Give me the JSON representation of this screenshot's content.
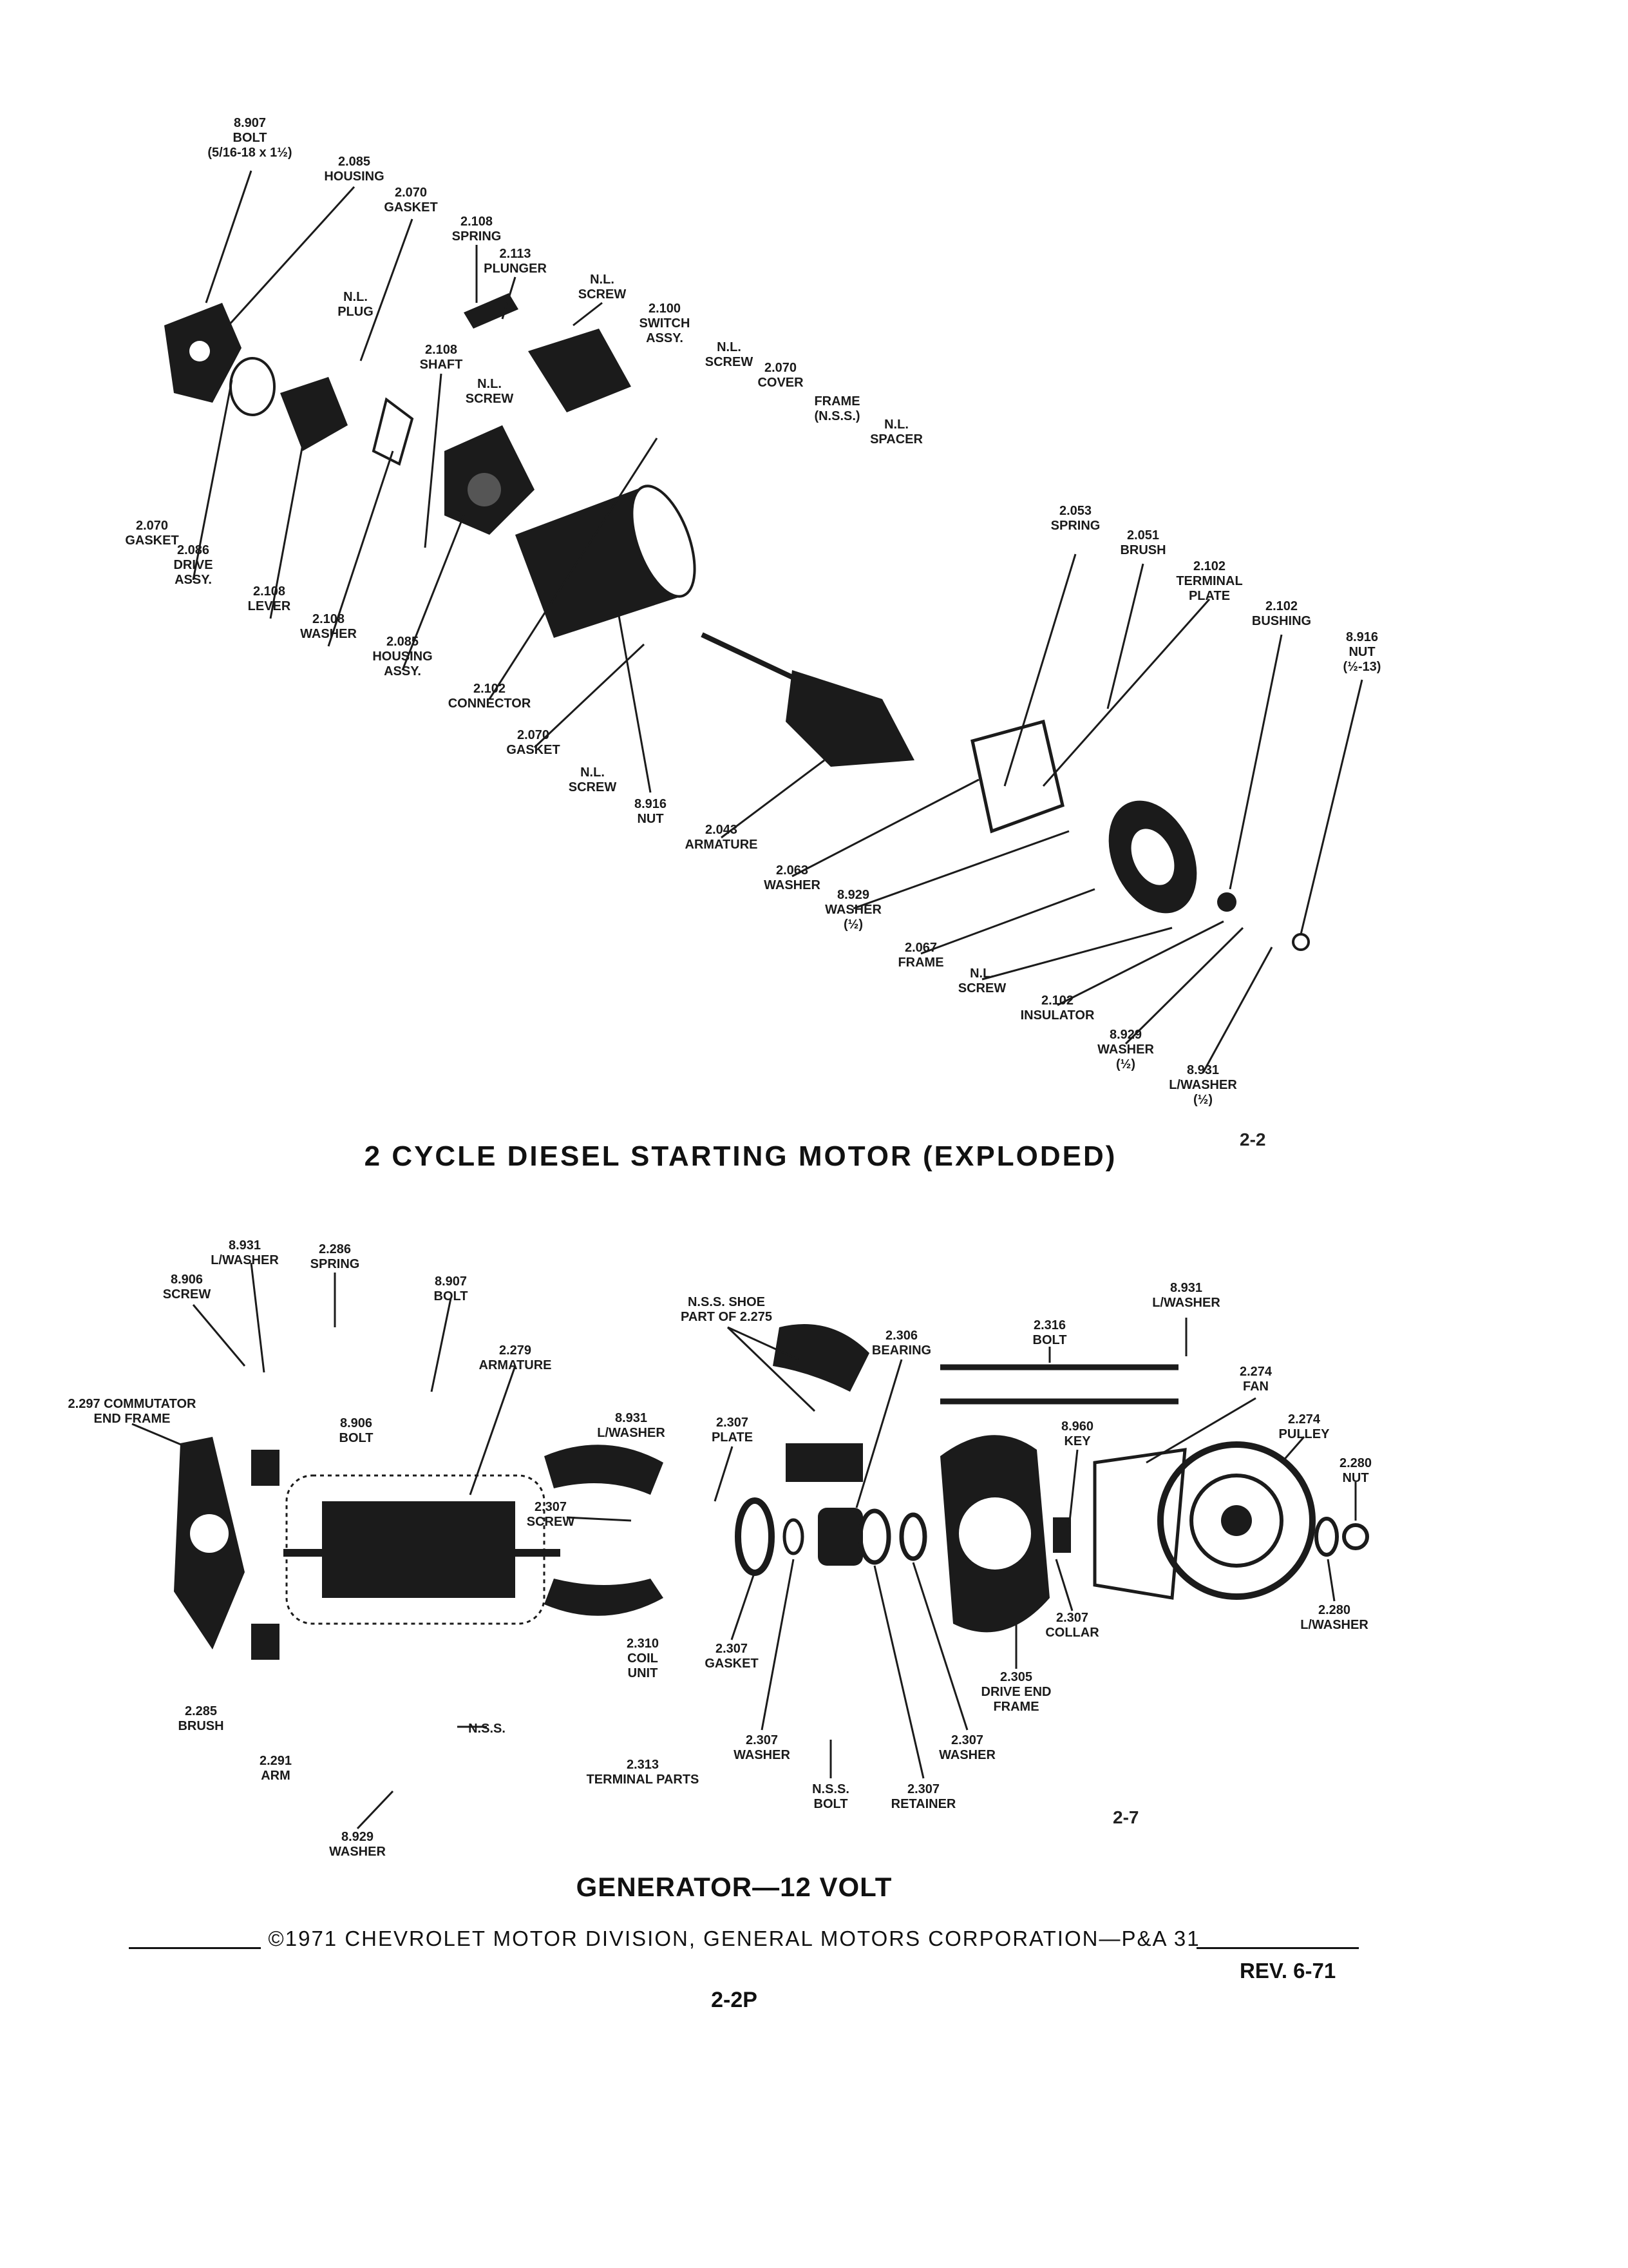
{
  "figure1": {
    "caption": "2 CYCLE DIESEL STARTING MOTOR (EXPLODED)",
    "page_ref": "2-2",
    "labels": [
      {
        "lines": [
          "8.907",
          "BOLT",
          "(5/16-18 x 1½)"
        ]
      },
      {
        "lines": [
          "2.085",
          "HOUSING"
        ]
      },
      {
        "lines": [
          "2.070",
          "GASKET"
        ]
      },
      {
        "lines": [
          "2.108",
          "SPRING"
        ]
      },
      {
        "lines": [
          "2.113",
          "PLUNGER"
        ]
      },
      {
        "lines": [
          "N.L.",
          "SCREW"
        ]
      },
      {
        "lines": [
          "N.L.",
          "PLUG"
        ]
      },
      {
        "lines": [
          "2.100",
          "SWITCH",
          "ASSY."
        ]
      },
      {
        "lines": [
          "2.108",
          "SHAFT"
        ]
      },
      {
        "lines": [
          "N.L.",
          "SCREW"
        ]
      },
      {
        "lines": [
          "N.L.",
          "SCREW"
        ]
      },
      {
        "lines": [
          "2.070",
          "COVER"
        ]
      },
      {
        "lines": [
          "FRAME",
          "(N.S.S.)"
        ]
      },
      {
        "lines": [
          "N.L.",
          "SPACER"
        ]
      },
      {
        "lines": [
          "2.070",
          "GASKET"
        ]
      },
      {
        "lines": [
          "2.086",
          "DRIVE",
          "ASSY."
        ]
      },
      {
        "lines": [
          "2.108",
          "LEVER"
        ]
      },
      {
        "lines": [
          "2.108",
          "WASHER"
        ]
      },
      {
        "lines": [
          "2.085",
          "HOUSING",
          "ASSY."
        ]
      },
      {
        "lines": [
          "2.102",
          "CONNECTOR"
        ]
      },
      {
        "lines": [
          "2.070",
          "GASKET"
        ]
      },
      {
        "lines": [
          "N.L.",
          "SCREW"
        ]
      },
      {
        "lines": [
          "8.916",
          "NUT"
        ]
      },
      {
        "lines": [
          "2.043",
          "ARMATURE"
        ]
      },
      {
        "lines": [
          "2.063",
          "WASHER"
        ]
      },
      {
        "lines": [
          "2.053",
          "SPRING"
        ]
      },
      {
        "lines": [
          "2.051",
          "BRUSH"
        ]
      },
      {
        "lines": [
          "2.102",
          "TERMINAL",
          "PLATE"
        ]
      },
      {
        "lines": [
          "2.102",
          "BUSHING"
        ]
      },
      {
        "lines": [
          "8.916",
          "NUT",
          "(½-13)"
        ]
      },
      {
        "lines": [
          "8.929",
          "WASHER",
          "(½)"
        ]
      },
      {
        "lines": [
          "2.067",
          "FRAME"
        ]
      },
      {
        "lines": [
          "N.L.",
          "SCREW"
        ]
      },
      {
        "lines": [
          "2.102",
          "INSULATOR"
        ]
      },
      {
        "lines": [
          "8.929",
          "WASHER",
          "(½)"
        ]
      },
      {
        "lines": [
          "8.931",
          "L/WASHER",
          "(½)"
        ]
      }
    ]
  },
  "figure2": {
    "caption": "GENERATOR—12 VOLT",
    "page_ref": "2-7",
    "labels": [
      {
        "lines": [
          "8.906",
          "SCREW"
        ]
      },
      {
        "lines": [
          "8.931",
          "L/WASHER"
        ]
      },
      {
        "lines": [
          "2.286",
          "SPRING"
        ]
      },
      {
        "lines": [
          "8.907",
          "BOLT"
        ]
      },
      {
        "lines": [
          "2.279",
          "ARMATURE"
        ]
      },
      {
        "lines": [
          "2.297 COMMUTATOR",
          "END FRAME"
        ]
      },
      {
        "lines": [
          "8.906",
          "BOLT"
        ]
      },
      {
        "lines": [
          "8.931",
          "L/WASHER"
        ]
      },
      {
        "lines": [
          "N.S.S. SHOE",
          "PART OF 2.275"
        ]
      },
      {
        "lines": [
          "2.306",
          "BEARING"
        ]
      },
      {
        "lines": [
          "2.316",
          "BOLT"
        ]
      },
      {
        "lines": [
          "8.931",
          "L/WASHER"
        ]
      },
      {
        "lines": [
          "2.274",
          "FAN"
        ]
      },
      {
        "lines": [
          "2.274",
          "PULLEY"
        ]
      },
      {
        "lines": [
          "8.960",
          "KEY"
        ]
      },
      {
        "lines": [
          "2.280",
          "NUT"
        ]
      },
      {
        "lines": [
          "2.307",
          "PLATE"
        ]
      },
      {
        "lines": [
          "2.307",
          "SCREW"
        ]
      },
      {
        "lines": [
          "2.310",
          "COIL",
          "UNIT"
        ]
      },
      {
        "lines": [
          "2.307",
          "GASKET"
        ]
      },
      {
        "lines": [
          "2.307",
          "COLLAR"
        ]
      },
      {
        "lines": [
          "2.280",
          "L/WASHER"
        ]
      },
      {
        "lines": [
          "2.305",
          "DRIVE END",
          "FRAME"
        ]
      },
      {
        "lines": [
          "2.285",
          "BRUSH"
        ]
      },
      {
        "lines": [
          "2.291",
          "ARM"
        ]
      },
      {
        "lines": [
          "N.S.S."
        ]
      },
      {
        "lines": [
          "2.313",
          "TERMINAL PARTS"
        ]
      },
      {
        "lines": [
          "2.307",
          "WASHER"
        ]
      },
      {
        "lines": [
          "2.307",
          "WASHER"
        ]
      },
      {
        "lines": [
          "N.S.S.",
          "BOLT"
        ]
      },
      {
        "lines": [
          "2.307",
          "RETAINER"
        ]
      },
      {
        "lines": [
          "8.929",
          "WASHER"
        ]
      }
    ]
  },
  "footer": {
    "copyright": "©1971 CHEVROLET MOTOR DIVISION, GENERAL MOTORS CORPORATION—P&A 31",
    "revision": "REV. 6-71",
    "page_number": "2-2P"
  }
}
